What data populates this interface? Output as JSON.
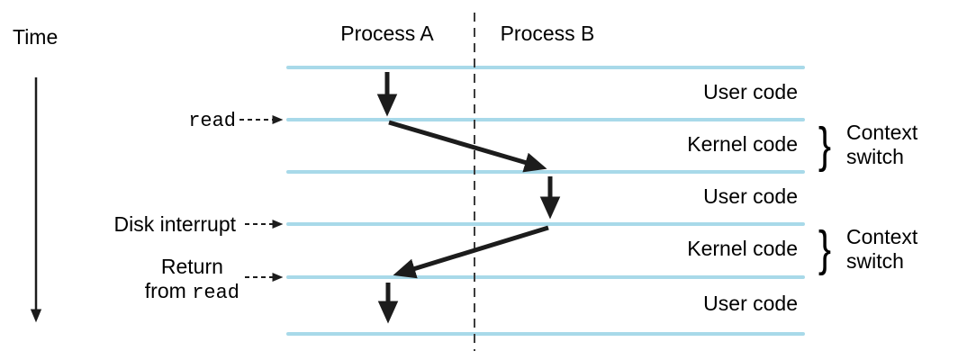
{
  "diagram": {
    "time_axis": {
      "label": "Time"
    },
    "columns": {
      "process_a": "Process A",
      "process_b": "Process B"
    },
    "events": {
      "read_call": {
        "label": "read"
      },
      "disk_interrupt": {
        "label": "Disk interrupt"
      },
      "return_from_read": {
        "line1": "Return",
        "line2_text": "from",
        "line2_code": "read"
      }
    },
    "regions": [
      {
        "label": "User code"
      },
      {
        "label": "Kernel code"
      },
      {
        "label": "User code"
      },
      {
        "label": "Kernel code"
      },
      {
        "label": "User code"
      }
    ],
    "context_switches": [
      {
        "label": "Context switch"
      },
      {
        "label": "Context switch"
      }
    ],
    "brace_glyph": "}",
    "colors": {
      "timeline": "#a8d9e9",
      "arrow": "#1c1c1c",
      "text": "#000000",
      "divider": "#3c3c3c"
    }
  }
}
